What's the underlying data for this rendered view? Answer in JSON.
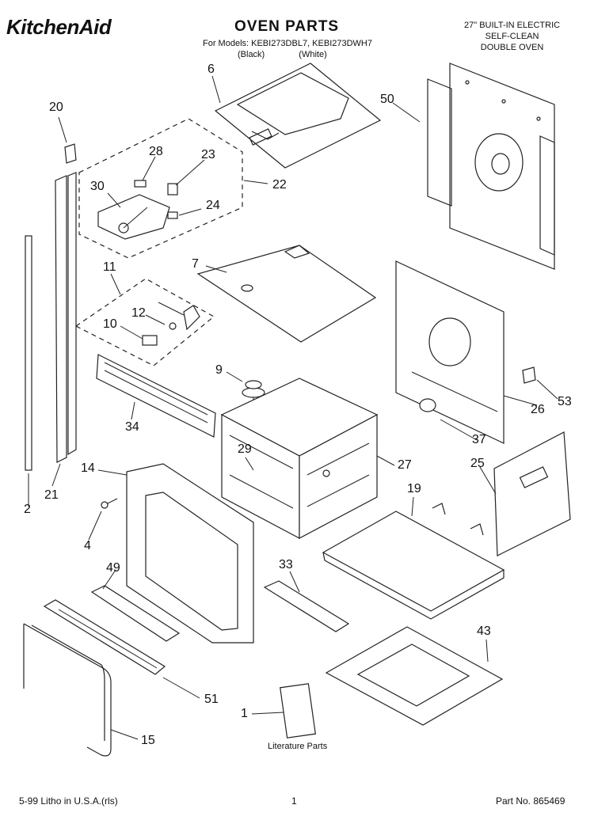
{
  "header": {
    "brand": "KitchenAid",
    "title": "OVEN PARTS",
    "models_line": "For Models: KEBI273DBL7, KEBI273DWH7",
    "variants": [
      "(Black)",
      "(White)"
    ],
    "product": [
      "27\" BUILT-IN ELECTRIC",
      "SELF-CLEAN",
      "DOUBLE OVEN"
    ]
  },
  "callouts": [
    "6",
    "50",
    "20",
    "28",
    "23",
    "30",
    "24",
    "22",
    "7",
    "11",
    "12",
    "10",
    "9",
    "34",
    "29",
    "27",
    "26",
    "53",
    "37",
    "14",
    "25",
    "19",
    "2",
    "21",
    "4",
    "49",
    "33",
    "43",
    "51",
    "1",
    "15"
  ],
  "literature_label": "Literature Parts",
  "footer": {
    "left": "5-99 Litho in U.S.A.(rls)",
    "center": "1",
    "right": "Part No. 865469"
  }
}
